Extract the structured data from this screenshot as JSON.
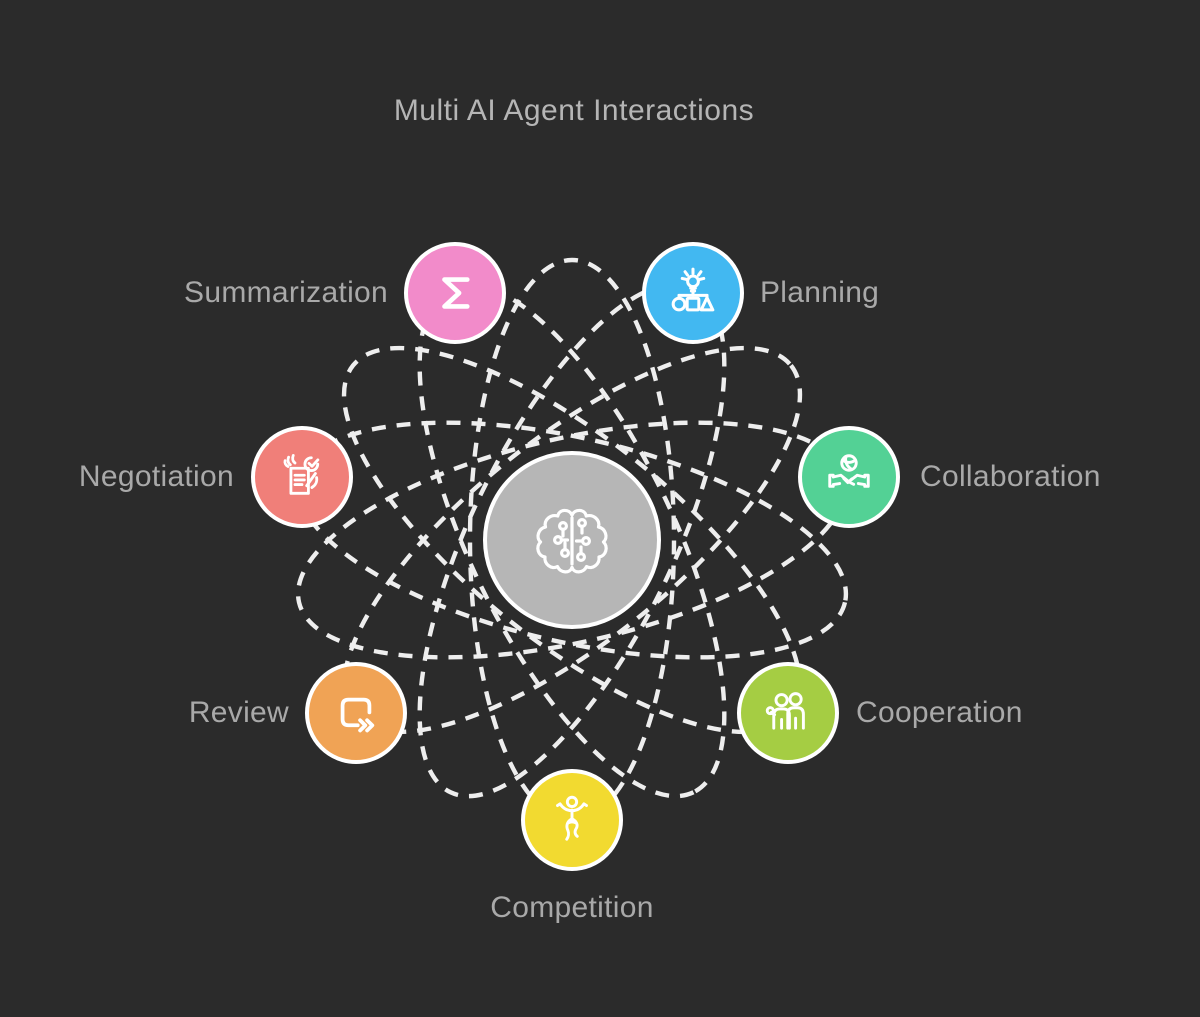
{
  "title": "Multi AI Agent Interactions",
  "colors": {
    "background": "#2b2b2b",
    "title_text": "#b5b5b5",
    "label_text": "#a9a9a9",
    "orbit_stroke": "#eeeeee",
    "node_border": "#ffffff",
    "center_fill": "#b6b6b6",
    "icon_stroke": "#ffffff"
  },
  "center": {
    "icon": "ai-brain-icon"
  },
  "nodes": [
    {
      "id": "summarization",
      "label": "Summarization",
      "color": "#f28bca",
      "icon": "sigma-icon"
    },
    {
      "id": "planning",
      "label": "Planning",
      "color": "#42b8f1",
      "icon": "lightbulb-plan-icon"
    },
    {
      "id": "collaboration",
      "label": "Collaboration",
      "color": "#53d195",
      "icon": "handshake-globe-icon"
    },
    {
      "id": "cooperation",
      "label": "Cooperation",
      "color": "#a5cd43",
      "icon": "team-people-icon"
    },
    {
      "id": "competition",
      "label": "Competition",
      "color": "#f2da30",
      "icon": "winner-person-icon"
    },
    {
      "id": "review",
      "label": "Review",
      "color": "#f0a355",
      "icon": "repeat-arrow-icon"
    },
    {
      "id": "negotiation",
      "label": "Negotiation",
      "color": "#f07f79",
      "icon": "contract-check-icon"
    }
  ]
}
